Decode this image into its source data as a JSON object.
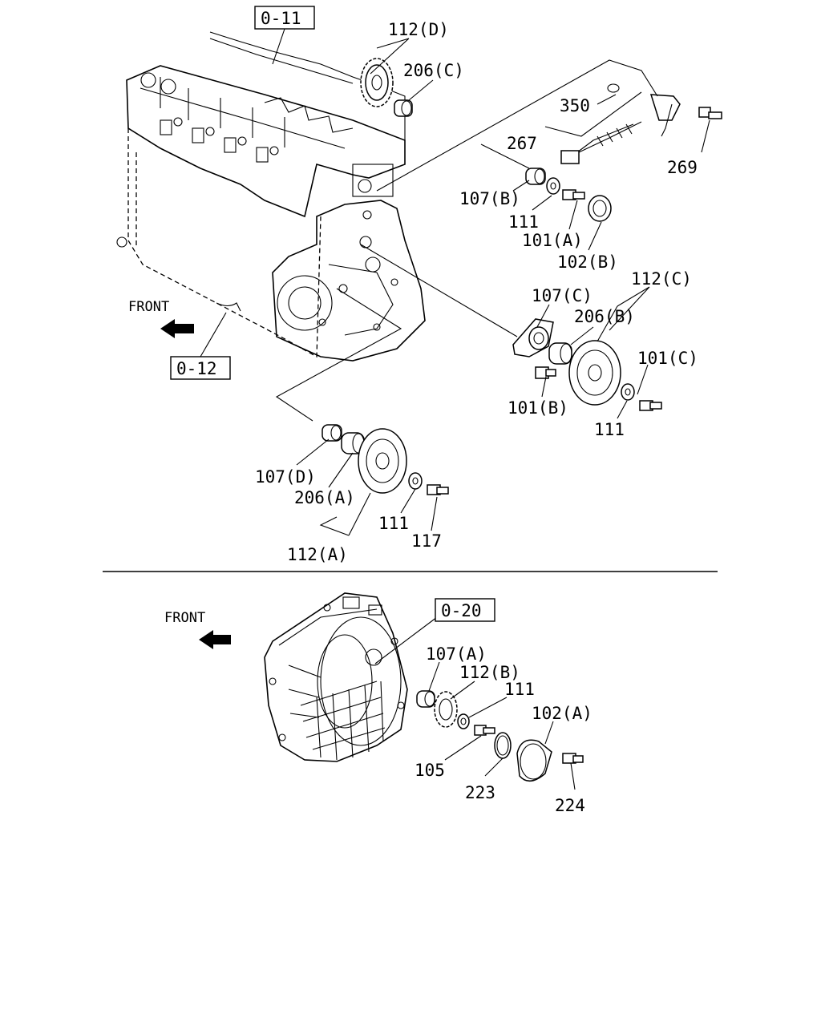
{
  "refs": {
    "r011": "0-11",
    "r012": "0-12",
    "r020": "0-20"
  },
  "front_labels": {
    "top": "FRONT",
    "bottom": "FRONT"
  },
  "callouts": {
    "p112D": "112(D)",
    "p206C": "206(C)",
    "p350": "350",
    "p267": "267",
    "p269": "269",
    "p107B": "107(B)",
    "p111a": "111",
    "p101A": "101(A)",
    "p102B": "102(B)",
    "p112C": "112(C)",
    "p107C": "107(C)",
    "p206B": "206(B)",
    "p101C": "101(C)",
    "p101B": "101(B)",
    "p111b": "111",
    "p107D": "107(D)",
    "p206A": "206(A)",
    "p111c": "111",
    "p117": "117",
    "p112A": "112(A)",
    "p107A": "107(A)",
    "p112B": "112(B)",
    "p111d": "111",
    "p102A": "102(A)",
    "p105": "105",
    "p223": "223",
    "p224": "224"
  }
}
